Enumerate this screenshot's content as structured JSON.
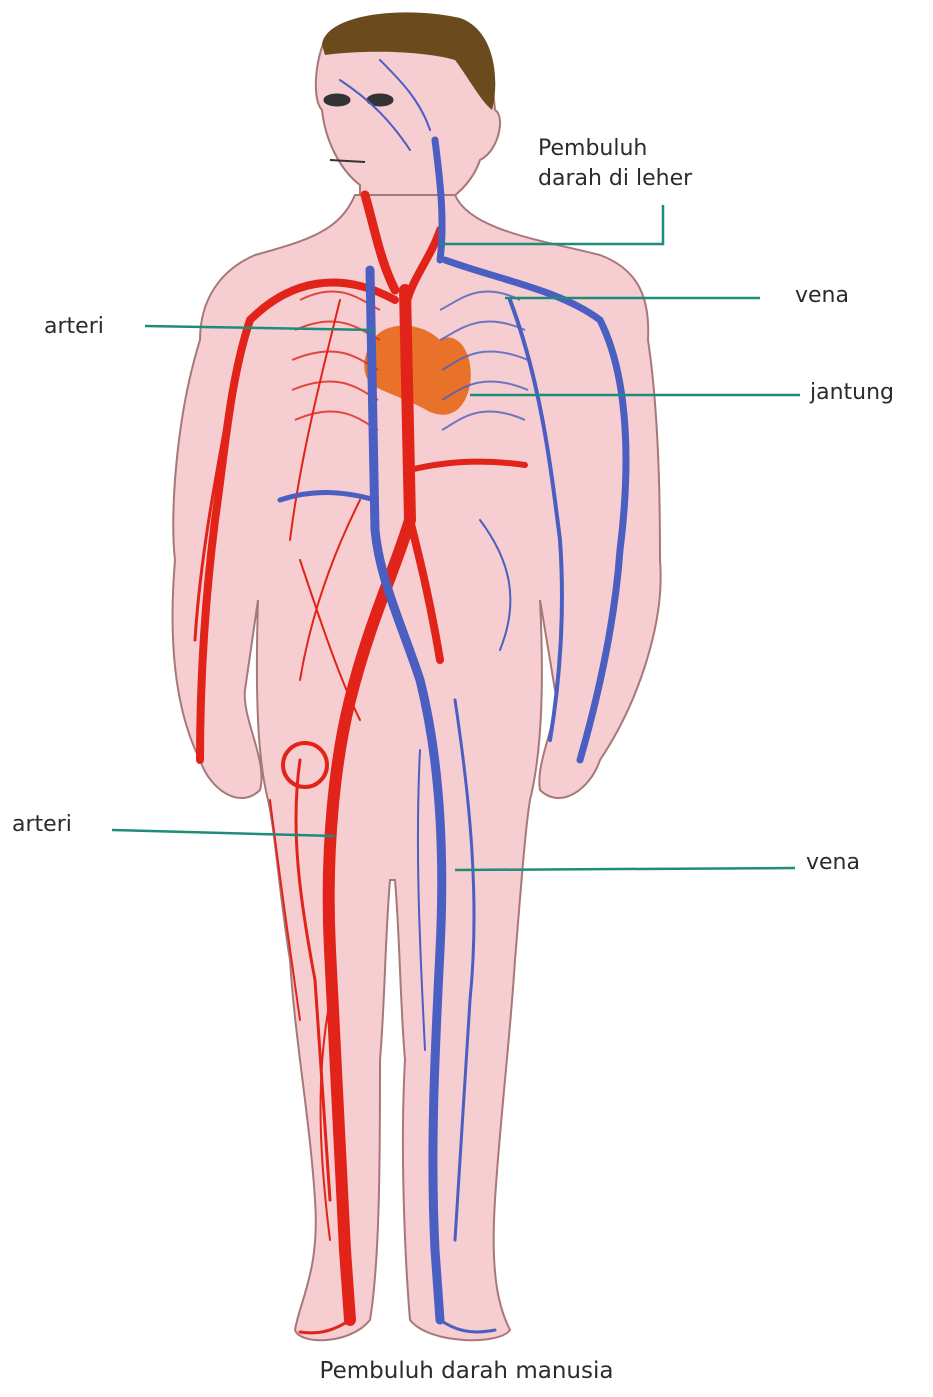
{
  "colors": {
    "skin": "#f6cdd0",
    "skin_outline": "#a87878",
    "hair": "#6b4a1e",
    "artery": "#e2231a",
    "vein": "#4a5fc1",
    "heart": "#e8722a",
    "leader_line": "#1f8c7a"
  },
  "labels": {
    "neck_vessel": [
      "Pembuluh",
      "darah di leher"
    ],
    "vein_upper": "vena",
    "artery_upper": "arteri",
    "heart": "jantung",
    "artery_lower": "arteri",
    "vein_lower": "vena"
  },
  "caption": "Pembuluh darah manusia"
}
